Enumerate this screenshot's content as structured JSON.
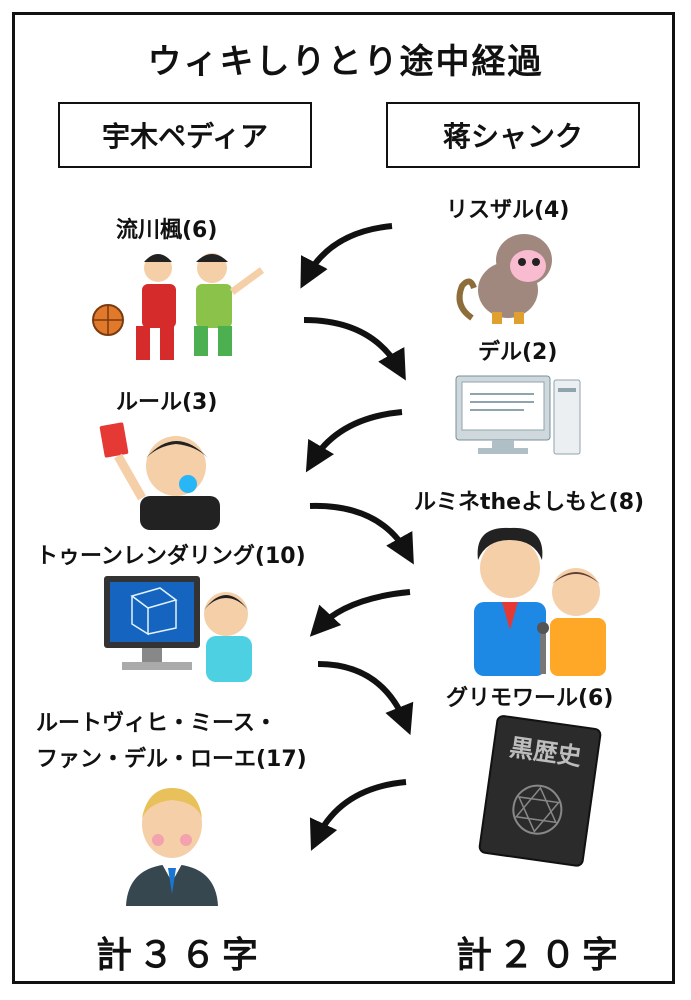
{
  "title": "ウィキしりとり途中経過",
  "players": {
    "left": {
      "name": "宇木ペディア",
      "total": "計３６字"
    },
    "right": {
      "name": "蒋シャンク",
      "total": "計２０字"
    }
  },
  "left_words": [
    {
      "text": "流川楓(6)",
      "icon": "basketball-players"
    },
    {
      "text": "ルール(3)",
      "icon": "referee-red-card"
    },
    {
      "text": "トゥーンレンダリング(10)",
      "icon": "cad-designer"
    },
    {
      "text_line1": "ルートヴィヒ・ミース・",
      "text_line2": "ファン・デル・ローエ(17)",
      "icon": "businessman"
    }
  ],
  "right_words": [
    {
      "text": "リスザル(4)",
      "icon": "squirrel-monkey"
    },
    {
      "text": "デル(2)",
      "icon": "desktop-computer"
    },
    {
      "text": "ルミネtheよしもと(8)",
      "icon": "comedy-duo"
    },
    {
      "text": "グリモワール(6)",
      "icon": "black-history-book"
    }
  ],
  "book_label": "黒歴史",
  "colors": {
    "ink": "#111111",
    "background": "#ffffff"
  }
}
